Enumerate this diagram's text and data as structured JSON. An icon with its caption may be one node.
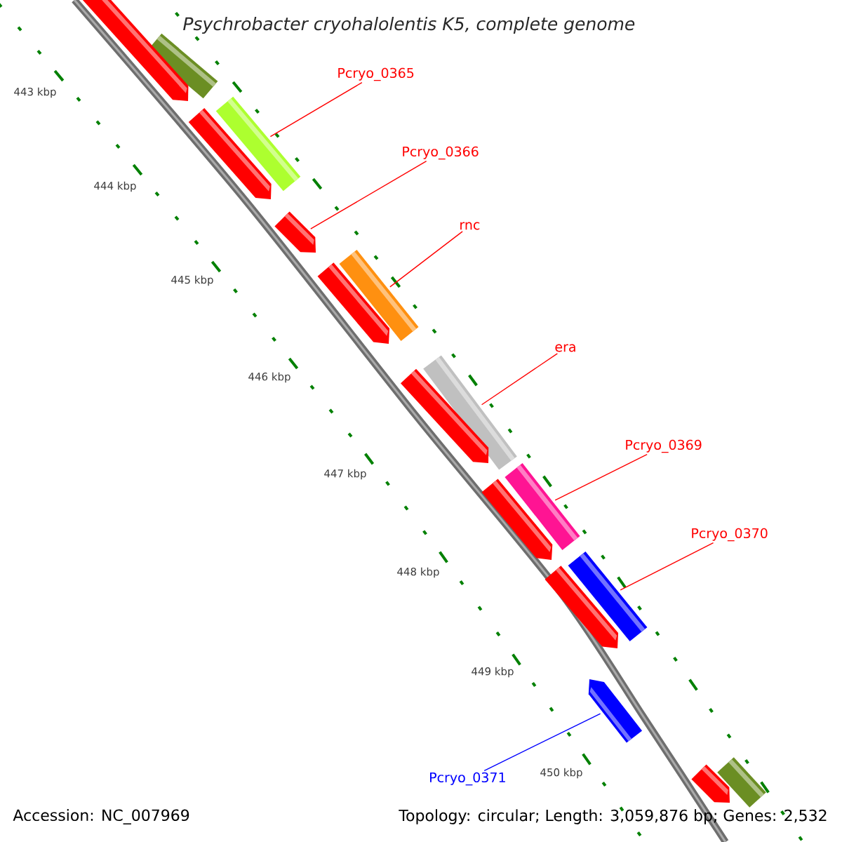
{
  "diagram": {
    "title": "Psychrobacter cryohalolentis K5, complete genome",
    "nodes": [
      {
        "text": [],
        "shape": "bar"
      },
      {
        "text": [],
        "shape": "bar"
      },
      {
        "text": [
          "Pcryo_0365"
        ]
      },
      {
        "text": [],
        "shape": "bar"
      },
      {
        "text": [],
        "shape": "bar"
      },
      {
        "text": [
          "Pcryo_0366"
        ]
      },
      {
        "text": [],
        "shape": "bar"
      },
      {
        "text": [
          "rnc"
        ]
      },
      {
        "text": [],
        "shape": "bar"
      },
      {
        "text": [],
        "shape": "bar"
      },
      {
        "text": [
          "era"
        ]
      },
      {
        "text": [],
        "shape": "bar"
      },
      {
        "text": [],
        "shape": "bar"
      },
      {
        "text": [
          "Pcryo_0369"
        ]
      },
      {
        "text": [],
        "shape": "bar"
      },
      {
        "text": [],
        "shape": "bar"
      },
      {
        "text": [
          "Pcryo_0370"
        ]
      },
      {
        "text": [],
        "shape": "bar"
      },
      {
        "text": [],
        "shape": "bar"
      },
      {
        "text": [],
        "shape": "bar"
      },
      {
        "text": [
          "Pcryo_0371"
        ]
      },
      {
        "text": [],
        "shape": "bar"
      },
      {
        "text": [],
        "shape": "bar"
      }
    ],
    "edges": [
      {
        "from": 2,
        "to": 3,
        "arrow": "none"
      },
      {
        "from": 5,
        "to": 6,
        "arrow": "none"
      },
      {
        "from": 7,
        "to": 8,
        "arrow": "none"
      },
      {
        "from": 10,
        "to": 11,
        "arrow": "none"
      },
      {
        "from": 13,
        "to": 14,
        "arrow": "none"
      },
      {
        "from": 16,
        "to": 17,
        "arrow": "none"
      },
      {
        "from": 20,
        "to": 19,
        "arrow": "none",
        "color": "#0000ff"
      }
    ],
    "labels": [
      "443 kbp",
      "444 kbp",
      "445 kbp",
      "446 kbp",
      "447 kbp",
      "448 kbp",
      "449 kbp",
      "450 kbp",
      "Accession: NC_007969",
      "Topology: circular; Length: 3,059,876 bp; Genes: 2,532"
    ]
  }
}
